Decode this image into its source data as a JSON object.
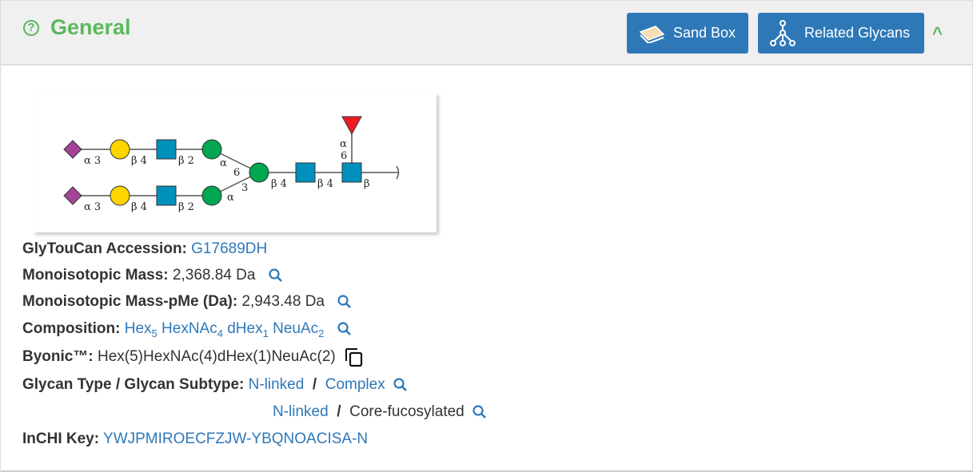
{
  "header": {
    "title": "General",
    "sandbox_label": "Sand Box",
    "related_label": "Related Glycans"
  },
  "glycan": {
    "linkages": {
      "a3": "α 3",
      "b4": "β 4",
      "b2": "β 2",
      "a": "α",
      "six": "6",
      "three": "3",
      "b": "β"
    }
  },
  "fields": {
    "accession": {
      "label": "GlyTouCan Accession:",
      "value": "G17689DH"
    },
    "mass": {
      "label": "Monoisotopic Mass:",
      "value": "2,368.84 Da"
    },
    "mass_pme": {
      "label": "Monoisotopic Mass-pMe (Da):",
      "value": "2,943.48 Da"
    },
    "composition": {
      "label": "Composition:",
      "items": [
        {
          "name": "Hex",
          "count": "5"
        },
        {
          "name": "HexNAc",
          "count": "4"
        },
        {
          "name": "dHex",
          "count": "1"
        },
        {
          "name": "NeuAc",
          "count": "2"
        }
      ]
    },
    "byonic": {
      "label": "Byonic™:",
      "value": "Hex(5)HexNAc(4)dHex(1)NeuAc(2)"
    },
    "type": {
      "label": "Glycan Type / Glycan Subtype:",
      "rows": [
        {
          "type": "N-linked",
          "sep": "/",
          "subtype": "Complex"
        },
        {
          "type": "N-linked",
          "sep": "/",
          "subtype": "Core-fucosylated"
        }
      ]
    },
    "inchi": {
      "label": "InCHI Key:",
      "value": "YWJPMIROECFZJW-YBQNOACISA-N"
    }
  },
  "colors": {
    "green": "#5cb85c",
    "blue": "#2e78b8",
    "gal": "#ffd400",
    "glcnac": "#0090bc",
    "man": "#00a651",
    "neuac": "#a54399",
    "fuc": "#ed1c24"
  }
}
